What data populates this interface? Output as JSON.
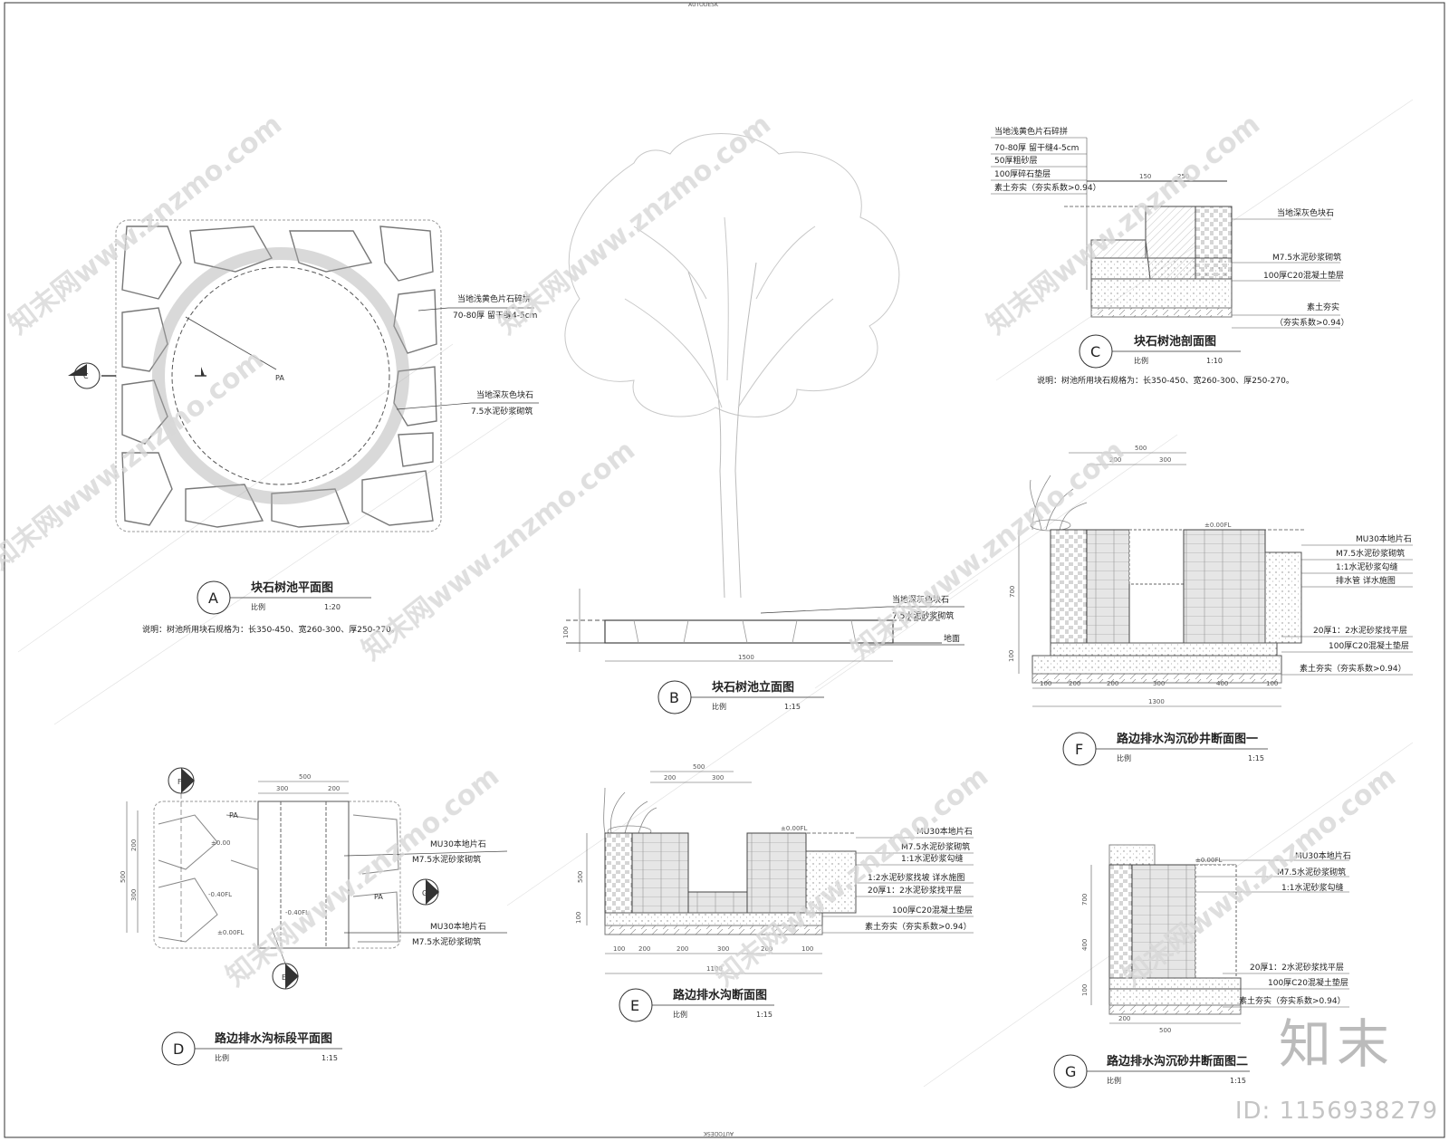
{
  "header": {
    "autodesk": "AUTODESK"
  },
  "detail_a": {
    "symbol": "A",
    "title": "块石树池平面图",
    "scale_label": "比例",
    "scale": "1:20",
    "note": "说明：树池所用块石规格为：长350-450、宽260-300、厚250-270。",
    "label_pa": "PA",
    "callout1_line1": "当地浅黄色片石碎拼",
    "callout1_line2": "70-80厚 留干缝4-5cm",
    "callout2_line1": "当地深灰色块石",
    "callout2_line2": "7.5水泥砂浆砌筑",
    "section_mark": "C"
  },
  "detail_b": {
    "symbol": "B",
    "title": "块石树池立面图",
    "scale_label": "比例",
    "scale": "1:15",
    "callout1": "当地深灰色块石",
    "callout2": "7.5水泥砂浆砌筑",
    "callout3": "地面",
    "dim_width": "1500",
    "dim_height": "100"
  },
  "detail_c": {
    "symbol": "C",
    "title": "块石树池剖面图",
    "scale_label": "比例",
    "scale": "1:10",
    "note": "说明：树池所用块石规格为：长350-450、宽260-300、厚250-270。",
    "layers": [
      "当地浅黄色片石碎拼",
      "70-80厚 留干缝4-5cm",
      "50厚粗砂层",
      "100厚碎石垫层",
      "素土夯实（夯实系数>0.94）"
    ],
    "right_labels": [
      "当地深灰色块石",
      "M7.5水泥砂浆砌筑",
      "100厚C20混凝土垫层",
      "素土夯实",
      "（夯实系数>0.94）"
    ],
    "dims": [
      "150",
      "250"
    ]
  },
  "detail_d": {
    "symbol": "D",
    "title": "路边排水沟标段平面图",
    "scale_label": "比例",
    "scale": "1:15",
    "labels": [
      "MU30本地片石",
      "M7.5水泥砂浆砌筑",
      "MU30本地片石",
      "M7.5水泥砂浆砌筑"
    ],
    "pa1": "PA",
    "pa2": "PA",
    "levels": [
      "±0.00",
      "-0.40FL",
      "-0.40FL",
      "±0.00FL"
    ],
    "dims_top": [
      "500",
      "300",
      "200"
    ],
    "dims_left": [
      "200",
      "500",
      "300"
    ],
    "marks": [
      "F",
      "G",
      "E"
    ]
  },
  "detail_e": {
    "symbol": "E",
    "title": "路边排水沟断面图",
    "scale_label": "比例",
    "scale": "1:15",
    "labels": [
      "MU30本地片石",
      "M7.5水泥砂浆砌筑",
      "1:1水泥砂浆勾缝",
      "1:2水泥砂浆找坡 详水施图",
      "20厚1：2水泥砂浆找平层",
      "100厚C20混凝土垫层",
      "素土夯实（夯实系数>0.94）"
    ],
    "level": "±0.00FL",
    "dims_top": [
      "500",
      "200",
      "300"
    ],
    "dims_bottom": [
      "100",
      "200",
      "200",
      "300",
      "200",
      "100"
    ],
    "dim_total": "1100",
    "dims_left": [
      "500",
      "100"
    ]
  },
  "detail_f": {
    "symbol": "F",
    "title": "路边排水沟沉砂井断面图一",
    "scale_label": "比例",
    "scale": "1:15",
    "labels": [
      "MU30本地片石",
      "M7.5水泥砂浆砌筑",
      "1:1水泥砂浆勾缝",
      "排水管 详水施图",
      "20厚1：2水泥砂浆找平层",
      "100厚C20混凝土垫层",
      "素土夯实（夯实系数>0.94）"
    ],
    "level": "±0.00FL",
    "dims_top": [
      "500",
      "200",
      "300"
    ],
    "dims_bottom": [
      "100",
      "200",
      "200",
      "300",
      "400",
      "100"
    ],
    "dim_total": "1300",
    "dims_left": [
      "700",
      "100"
    ]
  },
  "detail_g": {
    "symbol": "G",
    "title": "路边排水沟沉砂井断面图二",
    "scale_label": "比例",
    "scale": "1:15",
    "labels": [
      "MU30本地片石",
      "M7.5水泥砂浆砌筑",
      "1:1水泥砂浆勾缝",
      "20厚1：2水泥砂浆找平层",
      "100厚C20混凝土垫层",
      "素土夯实（夯实系数>0.94）"
    ],
    "level": "±0.00FL",
    "dims_bottom": [
      "200",
      "500"
    ],
    "dims_left": [
      "700",
      "400",
      "100"
    ]
  },
  "watermark": {
    "text": "知末网www.znzmo.com"
  },
  "brand": {
    "logo": "知末",
    "id": "ID: 1156938279"
  }
}
